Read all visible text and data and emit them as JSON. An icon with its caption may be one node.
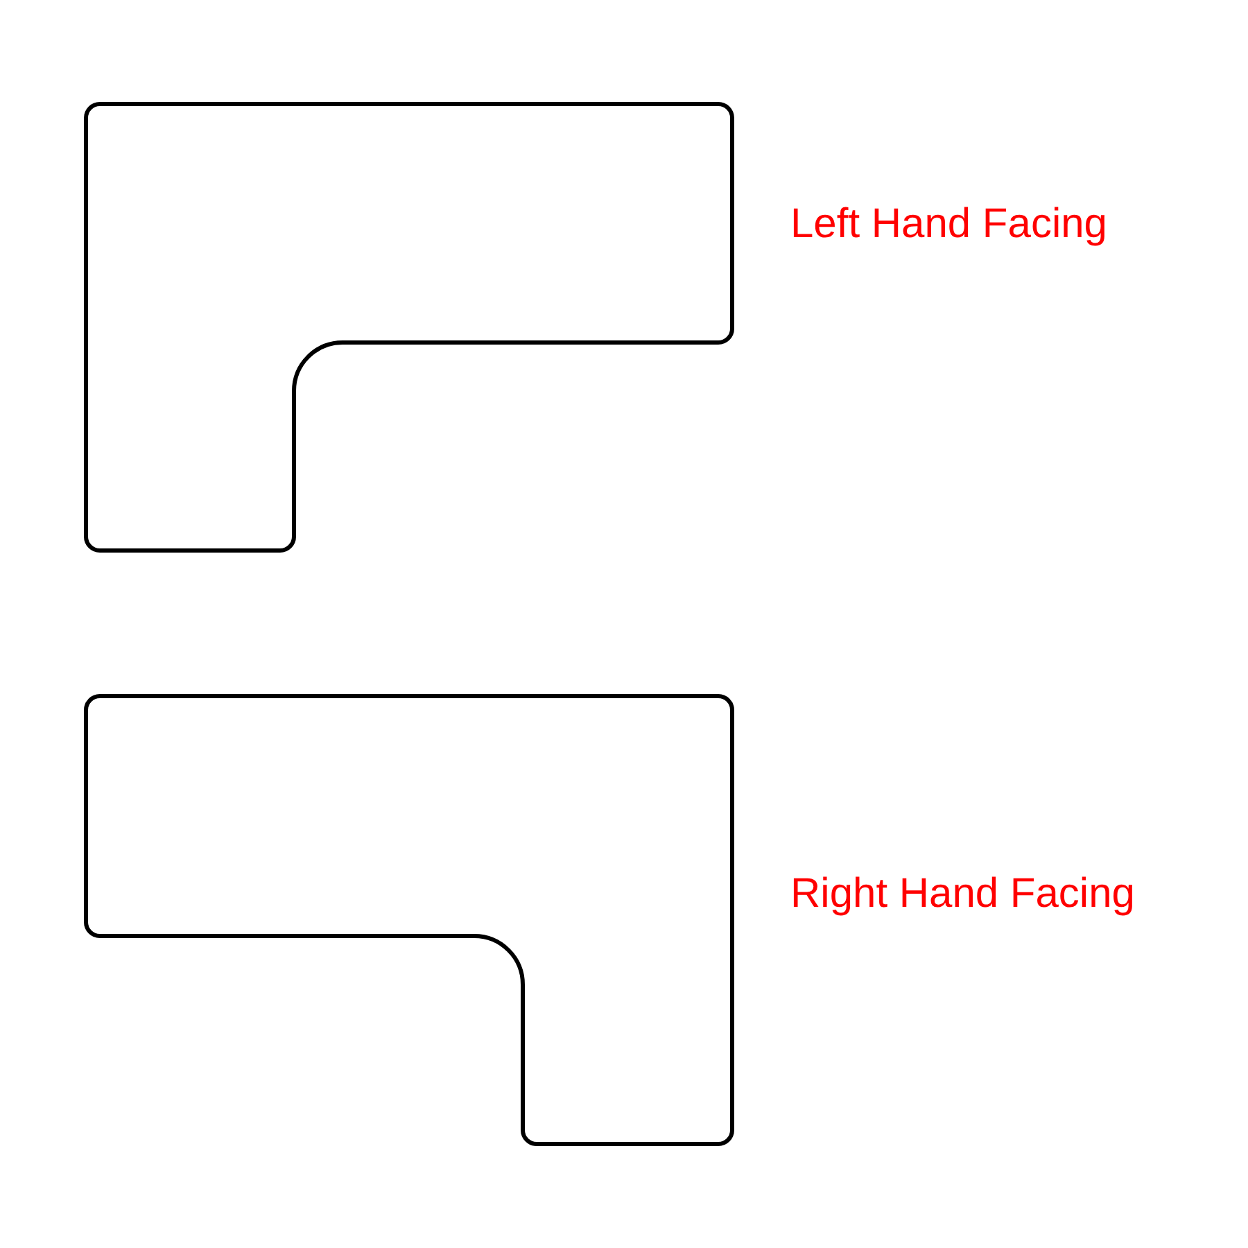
{
  "diagram": {
    "nodes": [
      {
        "text": [],
        "shape": "l-shape",
        "beside": [
          "Left Hand Facing"
        ]
      },
      {
        "text": [],
        "shape": "l-shape",
        "beside": [
          "Right Hand Facing"
        ]
      }
    ]
  }
}
